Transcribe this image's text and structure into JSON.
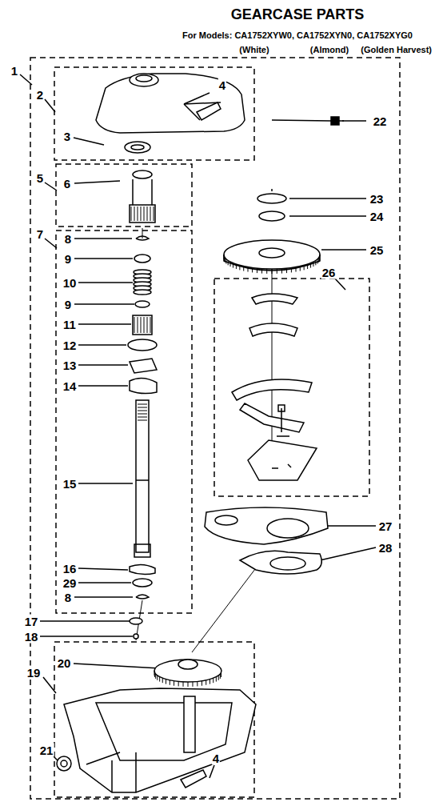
{
  "diagram": {
    "title": "GEARCASE PARTS",
    "labels": [
      "For Models: CA1752XYW0, CA1752XYN0, CA1752XYG0",
      "(White)",
      "(Almond)",
      "(Golden Harvest)",
      "1",
      "2",
      "3",
      "4",
      "22",
      "5",
      "6",
      "23",
      "24",
      "25",
      "26",
      "7",
      "8",
      "9",
      "10",
      "9",
      "11",
      "12",
      "13",
      "14",
      "15",
      "27",
      "28",
      "16",
      "29",
      "8",
      "17",
      "18",
      "19",
      "20",
      "21",
      "4"
    ]
  }
}
